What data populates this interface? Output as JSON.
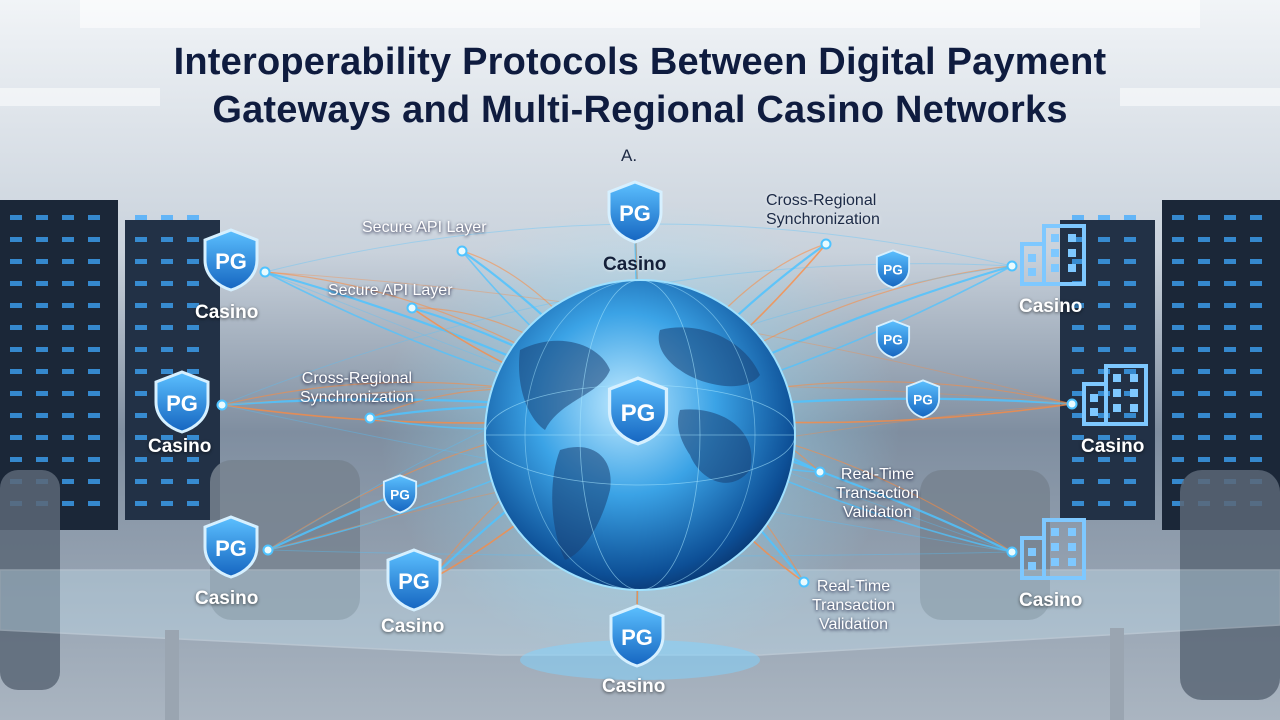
{
  "title": {
    "line1": "Interoperability Protocols Between Digital Payment",
    "line2": "Gateways and Multi-Regional Casino Networks"
  },
  "marker": "A.",
  "icons": {
    "gateway": "pg-shield-icon",
    "casino_building": "building-icon",
    "globe": "globe-icon"
  },
  "colors": {
    "title": "#0f1c3f",
    "shield": "#2f8fe0",
    "link_blue": "#4fc3ff",
    "link_orange": "#ff8a3d",
    "building": "#7ec8ff"
  },
  "gateways": {
    "shield_text": "PG",
    "nodes": [
      {
        "id": "top",
        "label": "Casino"
      },
      {
        "id": "left-1",
        "label": "Casino"
      },
      {
        "id": "left-2",
        "label": "Casino"
      },
      {
        "id": "left-3",
        "label": "Casino"
      },
      {
        "id": "bottom-left",
        "label": "Casino"
      },
      {
        "id": "bottom",
        "label": "Casino"
      },
      {
        "id": "hub",
        "label": ""
      }
    ]
  },
  "casinos": [
    {
      "id": "right-1",
      "label": "Casino"
    },
    {
      "id": "right-2",
      "label": "Casino"
    },
    {
      "id": "right-3",
      "label": "Casino"
    }
  ],
  "link_labels": {
    "api_1": "Secure API Layer",
    "api_2": "Secure API Layer",
    "sync_left_1": "Cross-Regional",
    "sync_left_2": "Synchronization",
    "sync_top_1": "Cross-Regional",
    "sync_top_2": "Synchronization",
    "rtv_1a": "Real-Time",
    "rtv_1b": "Transaction",
    "rtv_1c": "Validation",
    "rtv_2a": "Real-Time",
    "rtv_2b": "Transaction",
    "rtv_2c": "Validation"
  }
}
